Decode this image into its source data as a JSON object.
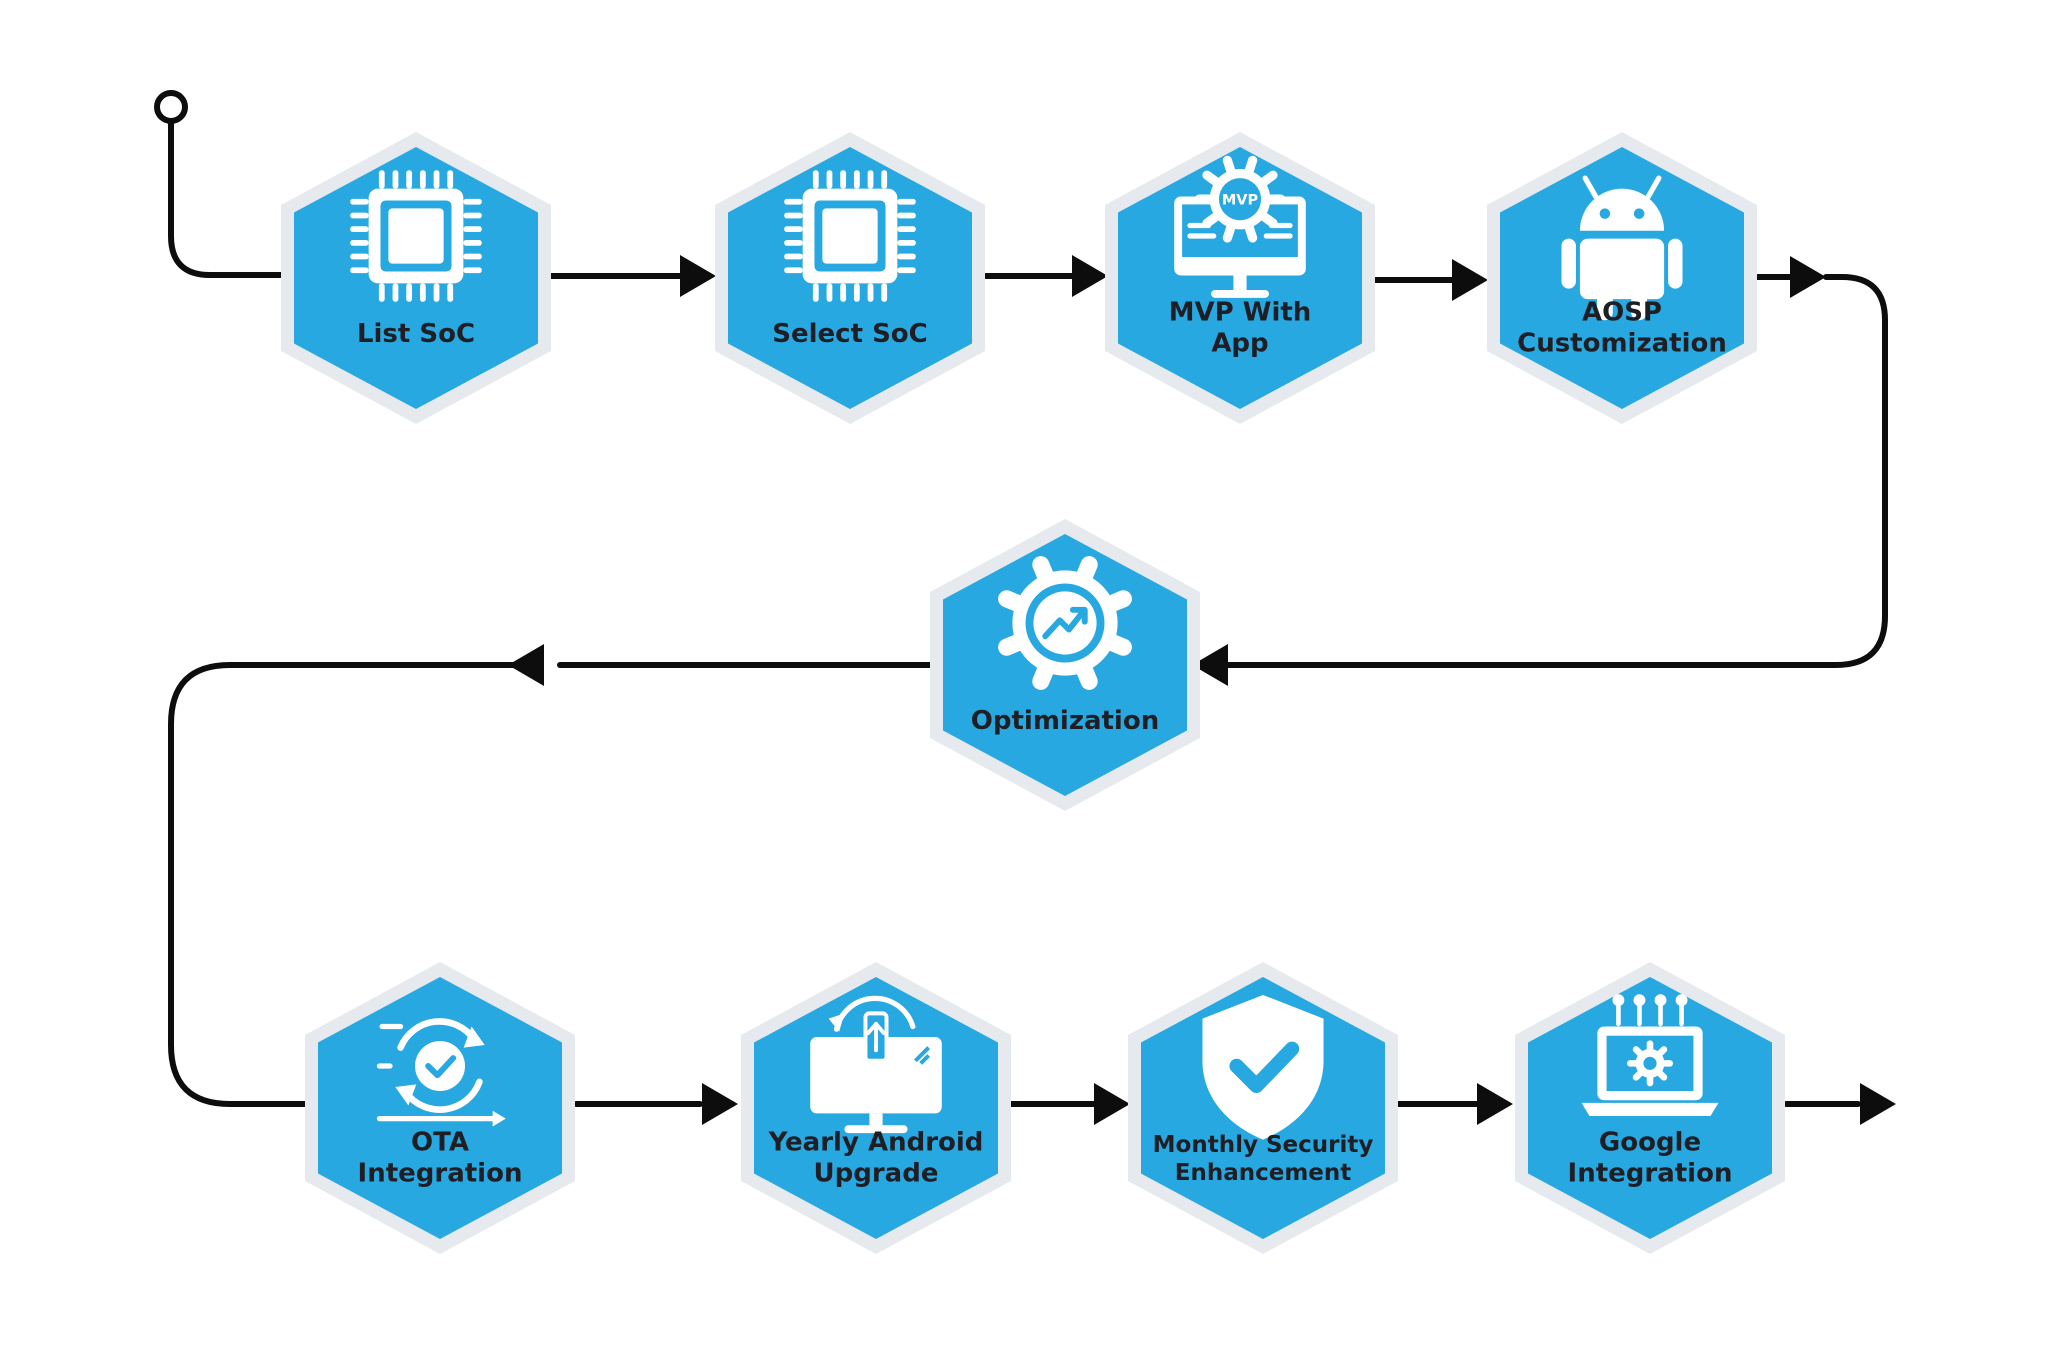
{
  "steps": [
    {
      "label_lines": [
        "List SoC"
      ],
      "icon": "chip-icon"
    },
    {
      "label_lines": [
        "Select SoC"
      ],
      "icon": "chip-icon"
    },
    {
      "label_lines": [
        "MVP With",
        "App"
      ],
      "icon": "mvp-monitor-icon"
    },
    {
      "label_lines": [
        "AOSP",
        "Customization"
      ],
      "icon": "android-icon"
    },
    {
      "label_lines": [
        "Optimization"
      ],
      "icon": "gear-chart-icon"
    },
    {
      "label_lines": [
        "OTA",
        "Integration"
      ],
      "icon": "ota-sync-icon"
    },
    {
      "label_lines": [
        "Yearly Android",
        "Upgrade"
      ],
      "icon": "upgrade-monitor-icon"
    },
    {
      "label_lines": [
        "Monthly Security",
        "Enhancement"
      ],
      "icon": "shield-check-icon"
    },
    {
      "label_lines": [
        "Google",
        "Integration"
      ],
      "icon": "laptop-gear-icon"
    }
  ],
  "icon_text": {
    "mvp": "MVP"
  },
  "colors": {
    "hex_fill": "#27a8e0",
    "hex_border": "#e6e9ee",
    "line": "#0d0d0d",
    "label": "#1e1e24",
    "icon": "#ffffff",
    "background": "#ffffff"
  }
}
